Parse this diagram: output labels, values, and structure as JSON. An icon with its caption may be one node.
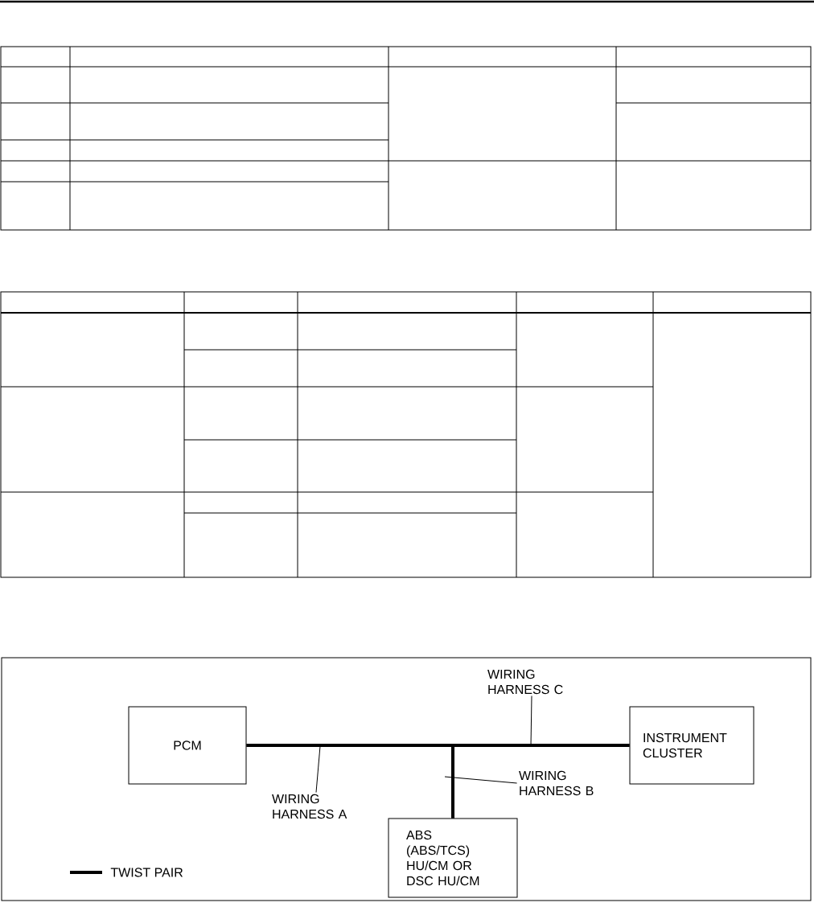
{
  "diagram": {
    "nodes": [
      {
        "text": [
          "PCM"
        ]
      },
      {
        "text": [
          "INSTRUMENT CLUSTER"
        ]
      },
      {
        "text": [
          "ABS (ABS/TCS) HU/CM OR DSC HU/CM"
        ]
      },
      {
        "text": [
          "WIRING HARNESS A"
        ]
      },
      {
        "text": [
          "WIRING HARNESS B"
        ]
      },
      {
        "text": [
          "WIRING HARNESS C"
        ]
      }
    ],
    "edges": [
      {
        "from": 0,
        "to": 1,
        "arrow": "none",
        "style": "thick"
      },
      {
        "from": 0,
        "to": 2,
        "arrow": "none",
        "style": "thick"
      },
      {
        "from": 1,
        "to": 2,
        "arrow": "none",
        "style": "thick"
      },
      {
        "from": 3,
        "to": null,
        "arrow": "none"
      },
      {
        "from": 4,
        "to": null,
        "arrow": "none"
      },
      {
        "from": 5,
        "to": null,
        "arrow": "none"
      }
    ],
    "legend": [
      {
        "text": "TWIST PAIR"
      }
    ]
  }
}
